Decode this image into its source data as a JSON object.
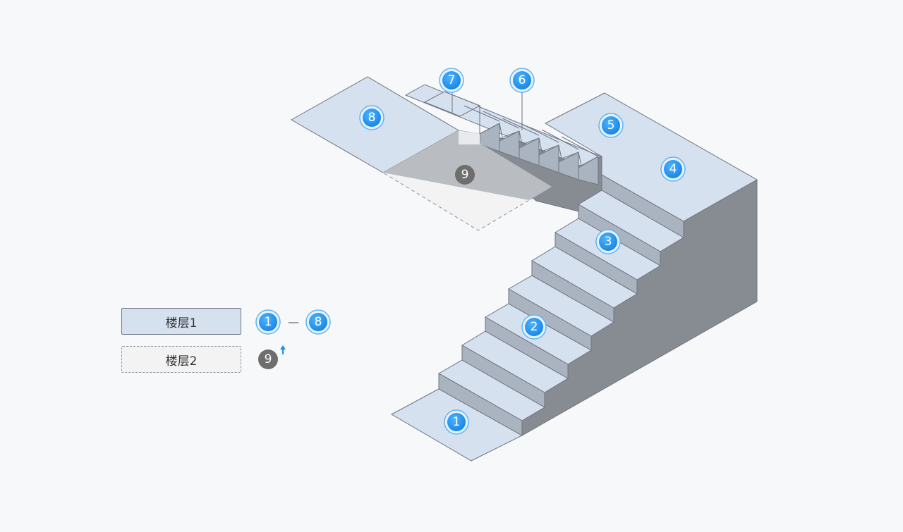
{
  "legend": {
    "floor1_label": "楼层1",
    "floor2_label": "楼层2",
    "range_start": "1",
    "range_end": "8",
    "range_separator": "—",
    "floor2_badge": "9"
  },
  "markers": [
    {
      "label": "1",
      "style": "blue"
    },
    {
      "label": "2",
      "style": "blue"
    },
    {
      "label": "3",
      "style": "blue"
    },
    {
      "label": "4",
      "style": "blue"
    },
    {
      "label": "5",
      "style": "blue"
    },
    {
      "label": "6",
      "style": "blue"
    },
    {
      "label": "7",
      "style": "blue"
    },
    {
      "label": "8",
      "style": "blue"
    },
    {
      "label": "9",
      "style": "gray"
    }
  ],
  "colors": {
    "tread": "#d6e1f0",
    "riser": "#aab3c0",
    "side": "#878c93",
    "badge_blue": "#1a8fec",
    "badge_gray": "#6e6e6e",
    "floor2_area": "#f3f3f3",
    "shadow": "#b9bcc0"
  }
}
